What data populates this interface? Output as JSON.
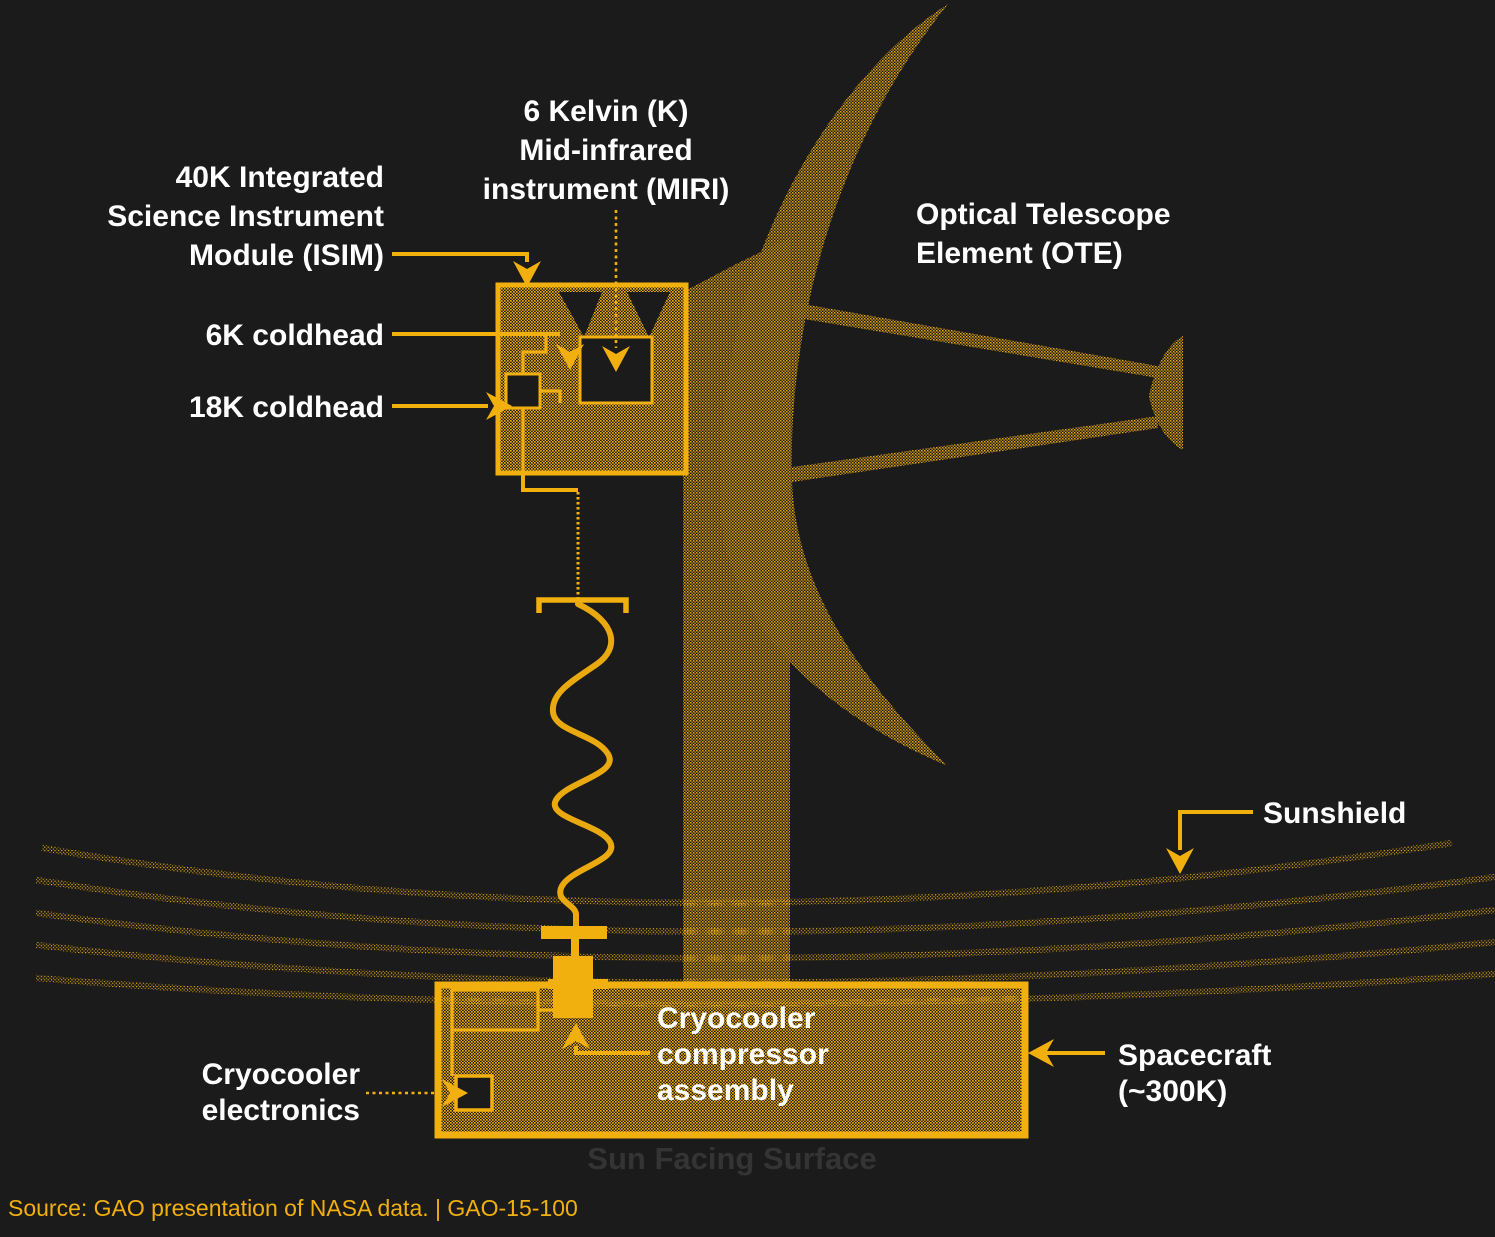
{
  "figure": {
    "title_context": "Cryocooler schematic (GAO presentation of NASA data)",
    "background_color": "#1b1b1b",
    "colors": {
      "gold": "#f2b00e",
      "gold_stipple": "#edab10",
      "label_white": "#ffffff",
      "muted_dark_text": "#343434"
    },
    "labels": {
      "isim": [
        "40K Integrated",
        "Science Instrument",
        "Module (ISIM)"
      ],
      "miri": [
        "6 Kelvin (K)",
        "Mid-infrared",
        "instrument (MIRI)"
      ],
      "ote": [
        "Optical Telescope",
        "Element (OTE)"
      ],
      "coldhead_6k": "6K coldhead",
      "coldhead_18k": "18K coldhead",
      "sunshield": "Sunshield",
      "spacecraft": [
        "Spacecraft",
        "(~300K)"
      ],
      "cryocooler_electronics": [
        "Cryocooler",
        "electronics"
      ],
      "cryocooler_compressor": [
        "Cryocooler",
        "compressor",
        "assembly"
      ],
      "sun_facing_surface": "Sun Facing Surface"
    },
    "source_line": "Source: GAO presentation of NASA data.  |  GAO-15-100"
  }
}
